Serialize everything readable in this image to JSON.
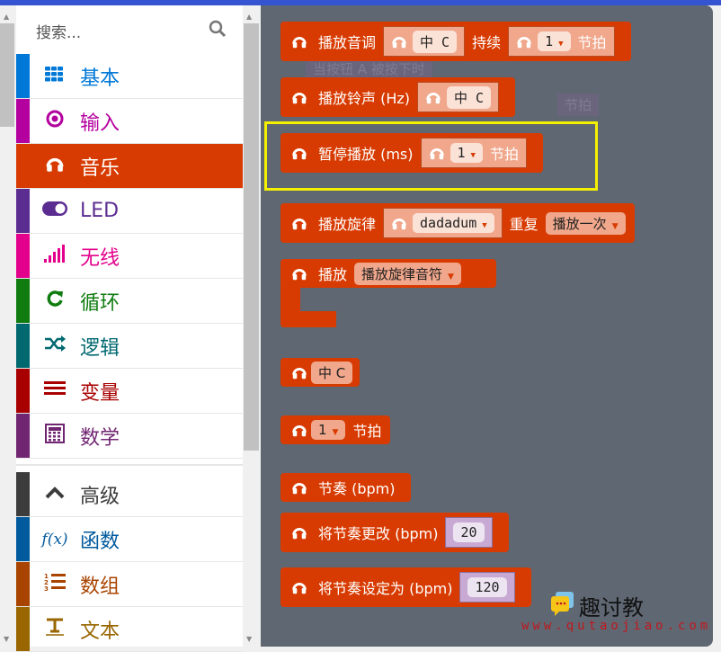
{
  "search": {
    "placeholder": "搜索..."
  },
  "categories": [
    {
      "label": "基本",
      "color": "#0078d7",
      "icon": "grid-icon"
    },
    {
      "label": "输入",
      "color": "#b4009e",
      "icon": "target-icon"
    },
    {
      "label": "音乐",
      "color": "#d83b01",
      "icon": "headphones-icon",
      "selected": true
    },
    {
      "label": "LED",
      "color": "#5c2d91",
      "icon": "toggle-icon"
    },
    {
      "label": "无线",
      "color": "#e3008c",
      "icon": "signal-icon"
    },
    {
      "label": "循环",
      "color": "#107c10",
      "icon": "loop-icon"
    },
    {
      "label": "逻辑",
      "color": "#006970",
      "icon": "shuffle-icon"
    },
    {
      "label": "变量",
      "color": "#a80000",
      "icon": "lines-icon"
    },
    {
      "label": "数学",
      "color": "#712672",
      "icon": "calculator-icon"
    },
    {
      "label": "高级",
      "color": "#3c3c3c",
      "icon": "chevron-up-icon"
    },
    {
      "label": "函数",
      "color": "#005a9e",
      "icon": "function-icon"
    },
    {
      "label": "数组",
      "color": "#a94400",
      "icon": "list-icon"
    },
    {
      "label": "文本",
      "color": "#996600",
      "icon": "text-icon"
    }
  ],
  "blocks": {
    "play_tone": {
      "label": "播放音调",
      "note": "中 C",
      "for": "持续",
      "beat": "1",
      "beat_unit": "节拍"
    },
    "ring_tone": {
      "label": "播放铃声 (Hz)",
      "note": "中 C"
    },
    "rest": {
      "label": "暂停播放 (ms)",
      "beat": "1",
      "beat_unit": "节拍"
    },
    "melody": {
      "label": "播放旋律",
      "melody": "dadadum",
      "repeat": "重复",
      "repeat_option": "播放一次"
    },
    "on_event": {
      "label": "播放",
      "option": "播放旋律音符"
    },
    "note": {
      "value": "中 C"
    },
    "beat": {
      "value": "1",
      "unit": "节拍"
    },
    "tempo": {
      "label": "节奏 (bpm)"
    },
    "change_tempo": {
      "label": "将节奏更改 (bpm)",
      "value": "20"
    },
    "set_tempo": {
      "label": "将节奏设定为 (bpm)",
      "value": "120"
    }
  },
  "ghost": {
    "text": "当按钮 A 被按下时",
    "beat": "节拍"
  },
  "watermark": {
    "name": "趣讨教",
    "url": "www.qutaojiao.com"
  },
  "colors": {
    "music": "#d83b01",
    "workspace": "#5f6772",
    "highlight": "#f5f000"
  }
}
